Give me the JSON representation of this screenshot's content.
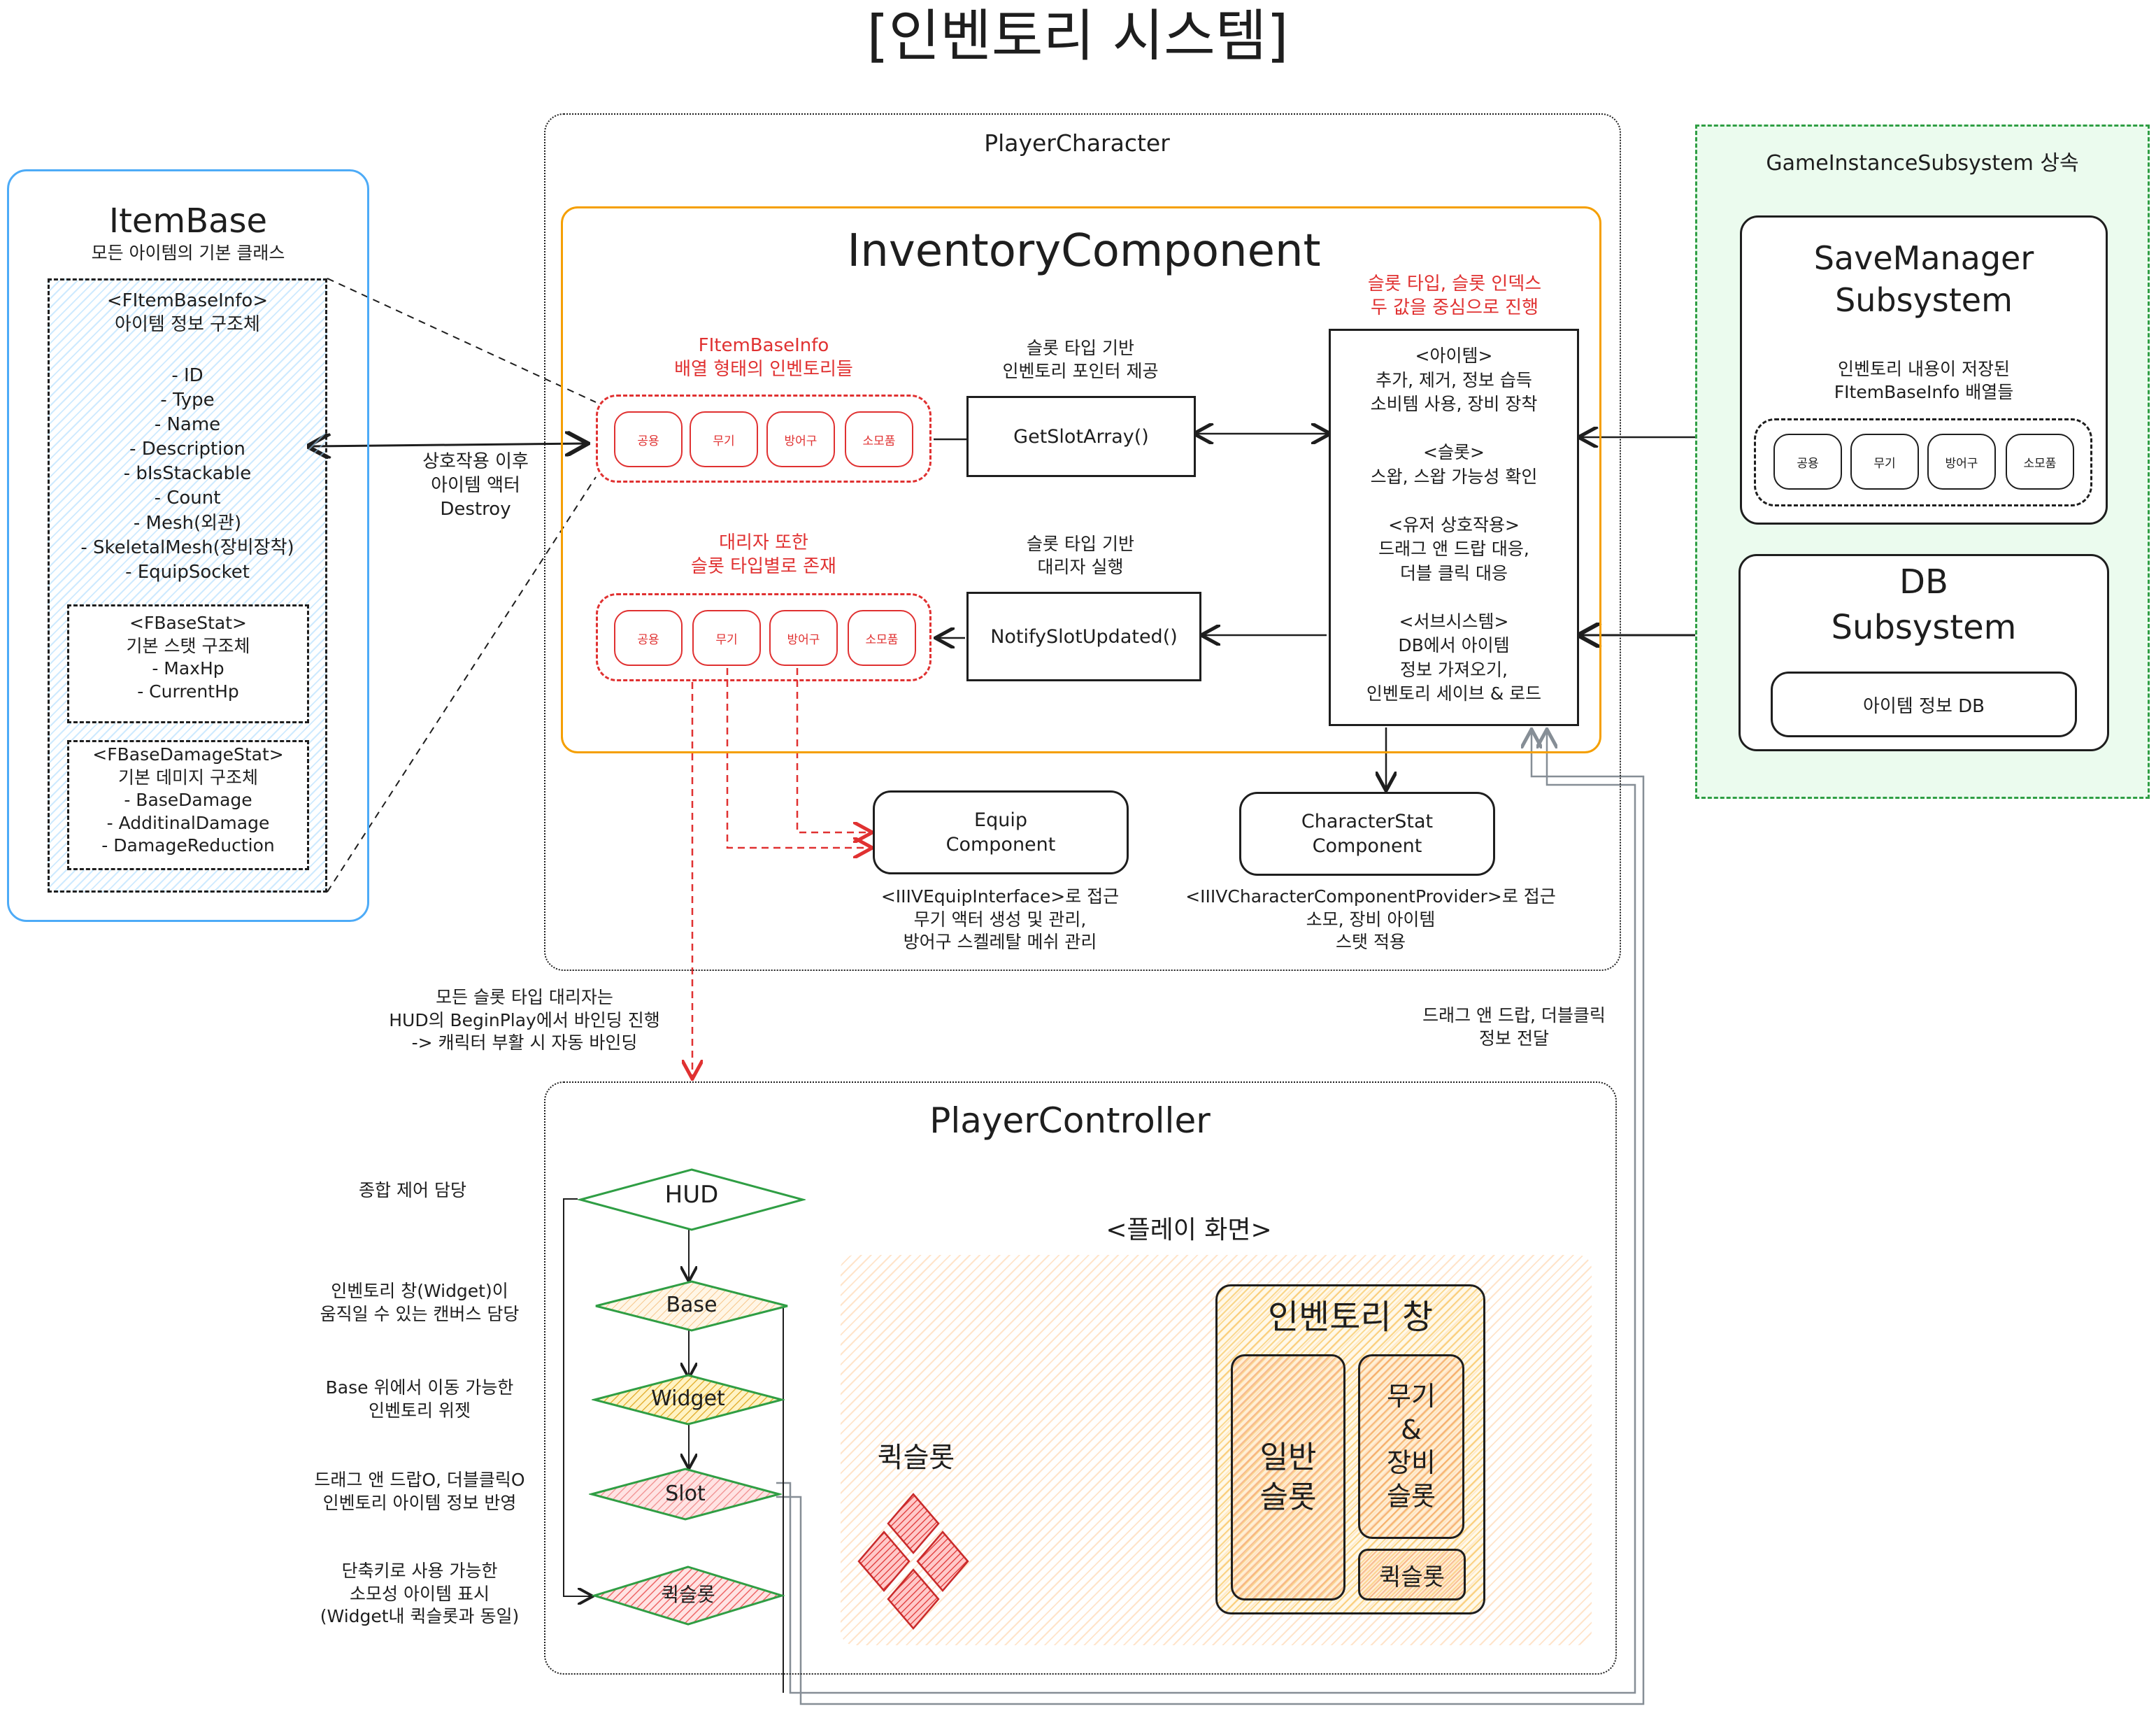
{
  "title": "[인벤토리 시스템]",
  "itembase": {
    "title": "ItemBase",
    "subtitle": "모든 아이템의 기본 클래스",
    "info_header": "<FItemBaseInfo>\n아이템 정보 구조체",
    "info_fields": "- ID\n- Type\n- Name\n- Description\n- bIsStackable\n- Count\n- Mesh(외관)\n- SkeletalMesh(장비장착)\n- EquipSocket",
    "stat_text": "<FBaseStat>\n기본 스탯 구조체\n- MaxHp\n- CurrentHp",
    "damage_text": "<FBaseDamageStat>\n기본 데미지 구조체\n- BaseDamage\n- AdditinalDamage\n- DamageReduction"
  },
  "interaction_note": "상호작용 이후\n아이템 액터\nDestroy",
  "player_character": {
    "label": "PlayerCharacter",
    "inventory_component": {
      "title": "InventoryComponent",
      "array_note": "FItemBaseInfo\n배열 형태의 인벤토리들",
      "delegate_note": "대리자 또한\n슬롯 타입별로 존재",
      "slots": [
        "공용",
        "무기",
        "방어구",
        "소모품"
      ],
      "getslot_note": "슬롯 타입 기반\n인벤토리 포인터 제공",
      "getslot_label": "GetSlotArray()",
      "notify_note": "슬롯 타입 기반\n대리자 실행",
      "notify_label": "NotifySlotUpdated()",
      "center_note": "슬롯 타입, 슬롯 인덱스\n두 값을 중심으로 진행",
      "features": "<아이템>\n추가, 제거, 정보 습득\n소비템 사용, 장비 장착\n\n<슬롯>\n스왑, 스왑 가능성 확인\n\n<유저 상호작용>\n드래그 앤 드랍 대응,\n더블 클릭 대응\n\n<서브시스템>\nDB에서 아이템\n정보 가져오기,\n인벤토리 세이브 & 로드"
    },
    "equip_component": "Equip\nComponent",
    "equip_desc": "<IIIVEquipInterface>로 접근\n무기 액터 생성 및 관리,\n방어구 스켈레탈 메쉬 관리",
    "stat_component": "CharacterStat\nComponent",
    "stat_desc": "<IIIVCharacterComponentProvider>로 접근\n소모, 장비 아이템\n스탯 적용"
  },
  "game_instance": {
    "label": "GameInstanceSubsystem 상속",
    "save_manager": "SaveManager\nSubsystem",
    "save_desc": "인벤토리 내용이 저장된\nFItemBaseInfo 배열들",
    "slots": [
      "공용",
      "무기",
      "방어구",
      "소모품"
    ],
    "db_title": "DB\nSubsystem",
    "db_item": "아이템 정보 DB"
  },
  "delegate_binding_note": "모든 슬롯 타입 대리자는\nHUD의 BeginPlay에서 바인딩 진행\n-> 캐릭터 부활 시 자동 바인딩",
  "drag_note": "드래그 앤 드랍, 더블클릭\n정보 전달",
  "player_controller": {
    "label": "PlayerController",
    "nodes": [
      "HUD",
      "Base",
      "Widget",
      "Slot",
      "퀵슬롯"
    ],
    "notes": [
      "종합 제어 담당",
      "인벤토리 창(Widget)이\n움직일 수 있는 캔버스 담당",
      "Base 위에서 이동 가능한\n인벤토리 위젯",
      "드래그 앤 드랍O, 더블클릭O\n인벤토리 아이템 정보 반영",
      "단축키로 사용 가능한\n소모성 아이템 표시\n(Widget내 퀵슬롯과 동일)"
    ],
    "play_screen": "<플레이 화면>",
    "quickslot": "퀵슬롯",
    "inventory_window": "인벤토리 창",
    "general_slot": "일반\n슬롯",
    "weapon_slot": "무기\n&\n장비\n슬롯",
    "inner_quickslot": "퀵슬롯"
  },
  "colors": {
    "blue": "#4dabf7",
    "orange": "#f59f00",
    "green": "#2f9e44",
    "red": "#e03131",
    "light_green": "#ebfbee"
  }
}
